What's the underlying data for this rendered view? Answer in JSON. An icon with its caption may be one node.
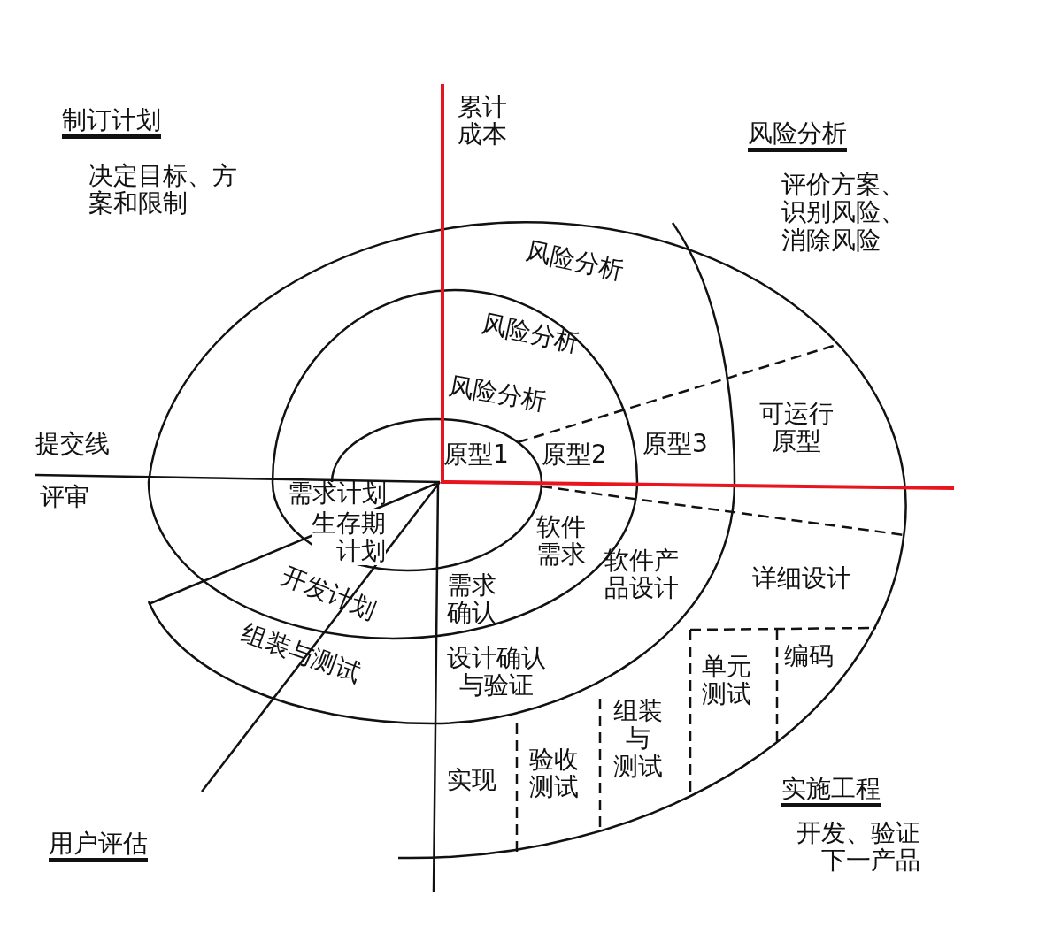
{
  "diagram": {
    "labels": [
      "制订计划",
      "决定目标、方案和限制",
      "累计成本",
      "风险分析",
      "评价方案、识别风险、消除风险",
      "风险分析",
      "风险分析",
      "风险分析",
      "提交线",
      "评审",
      "原型1",
      "原型2",
      "原型3",
      "可运行原型",
      "需求计划",
      "生存期计划",
      "软件需求",
      "软件产品设计",
      "详细设计",
      "开发计划",
      "需求确认",
      "组装与测试",
      "设计确认与验证",
      "单元测试",
      "编码",
      "组装与测试",
      "实现",
      "验收测试",
      "用户评估",
      "实施工程",
      "开发、验证下一产品"
    ]
  }
}
